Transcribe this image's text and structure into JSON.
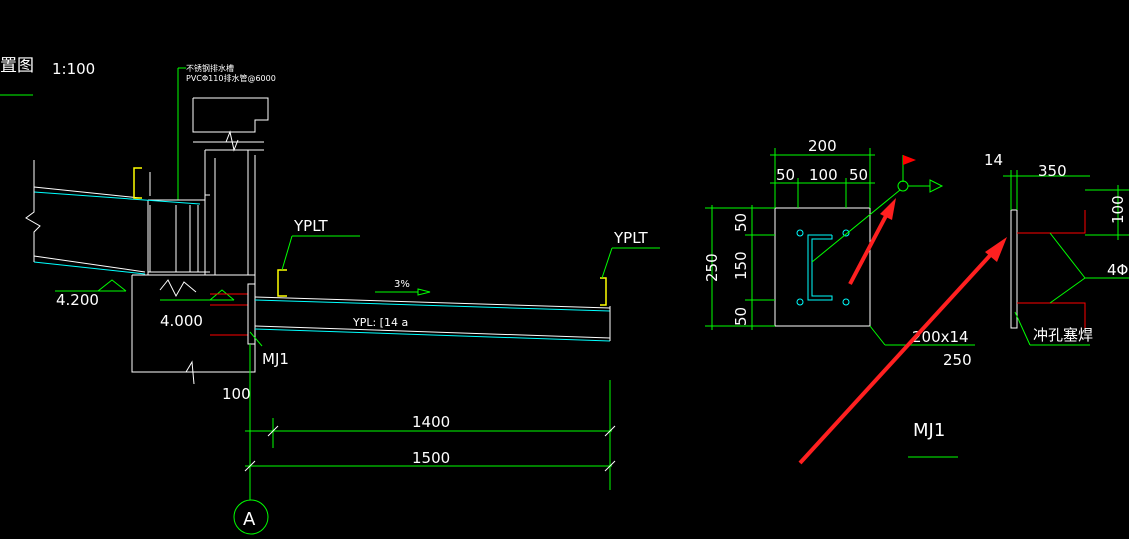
{
  "colors": {
    "background": "#000000",
    "white": "#ffffff",
    "green": "#00ff00",
    "cyan": "#00ffff",
    "yellow": "#ffff00",
    "red": "#ff0000",
    "arrow": "#ff2020"
  },
  "header": {
    "title": "置图",
    "scale": "1:100"
  },
  "notes": {
    "line1": "不锈钢排水槽",
    "line2": "PVCΦ110排水管@6000"
  },
  "section": {
    "elevation_upper": "4.200",
    "elevation_lower": "4.000",
    "label_yplt_left": "YPLT",
    "label_yplt_right": "YPLT",
    "slope": "3%",
    "beam_label": "YPL: [14 a",
    "embed_label": "MJ1",
    "dim_100": "100",
    "dim_1400": "1400",
    "dim_1500": "1500",
    "axis_label": "A"
  },
  "detail_mj1": {
    "dim_top_total": "200",
    "dim_top_a": "50",
    "dim_top_b": "100",
    "dim_top_c": "50",
    "dim_left_total": "250",
    "dim_left_a": "50",
    "dim_left_b": "150",
    "dim_left_c": "50",
    "plate_label": "200x14",
    "plate_length": "250",
    "side_thk": "14",
    "side_width": "350",
    "side_height": "100",
    "bolt_note": "4Φ",
    "weld_note": "冲孔塞焊",
    "title": "MJ1"
  }
}
